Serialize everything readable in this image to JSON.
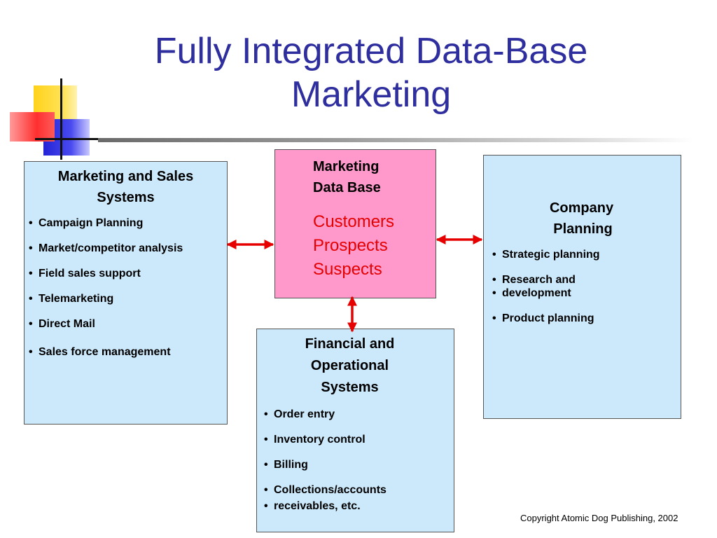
{
  "title_line1": "Fully Integrated Data-Base",
  "title_line2": "Marketing",
  "colors": {
    "title": "#2e2e9e",
    "box_light": "#cce9fb",
    "box_pink": "#ff99cc",
    "arrow": "#e60000",
    "red_text": "#e60000"
  },
  "marketing_sales": {
    "title_line1": "Marketing and Sales",
    "title_line2": "Systems",
    "items": [
      "Campaign Planning",
      "Market/competitor analysis",
      "Field sales support",
      "Telemarketing",
      "Direct Mail",
      "Sales force management"
    ]
  },
  "database": {
    "title_line1": "Marketing",
    "title_line2": "Data Base",
    "entries": [
      "Customers",
      "Prospects",
      "Suspects"
    ]
  },
  "company": {
    "title_line1": "Company",
    "title_line2": "Planning",
    "items": [
      "Strategic planning",
      "Research and",
      "Product planning"
    ],
    "item2_continuation": "development"
  },
  "financial": {
    "title_line1": "Financial and",
    "title_line2": "Operational",
    "title_line3": "Systems",
    "items": [
      "Order entry",
      "Inventory control",
      "Billing",
      "Collections/accounts"
    ],
    "item4_continuation": "receivables, etc."
  },
  "copyright": "Copyright Atomic Dog Publishing, 2002"
}
